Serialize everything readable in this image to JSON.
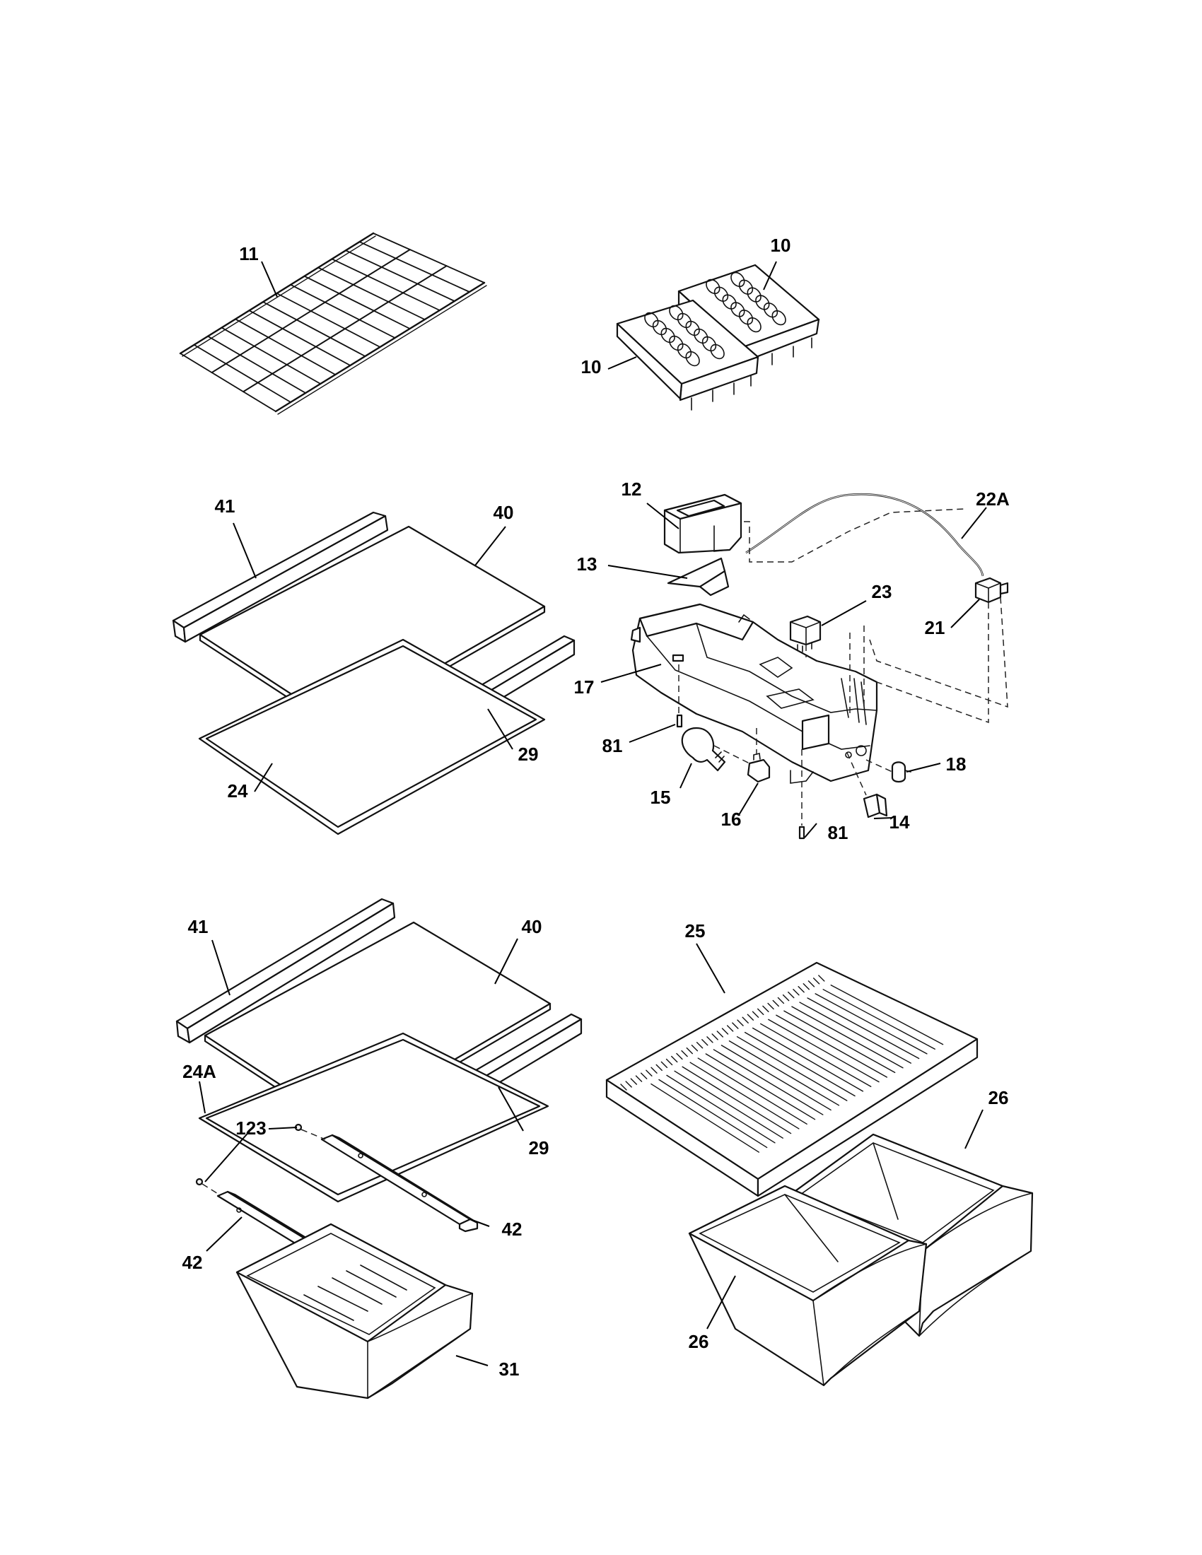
{
  "callouts": {
    "c10a": "10",
    "c10b": "10",
    "c11": "11",
    "c41a": "41",
    "c40a": "40",
    "c29a": "29",
    "c24": "24",
    "c12": "12",
    "c22a": "22A",
    "c13": "13",
    "c23": "23",
    "c21": "21",
    "c17": "17",
    "c81a": "81",
    "c15": "15",
    "c16": "16",
    "c81b": "81",
    "c14": "14",
    "c18": "18",
    "c41b": "41",
    "c40b": "40",
    "c24a": "24A",
    "c123": "123",
    "c29b": "29",
    "c42a": "42",
    "c42b": "42",
    "c31": "31",
    "c25": "25",
    "c26a": "26",
    "c26b": "26"
  }
}
